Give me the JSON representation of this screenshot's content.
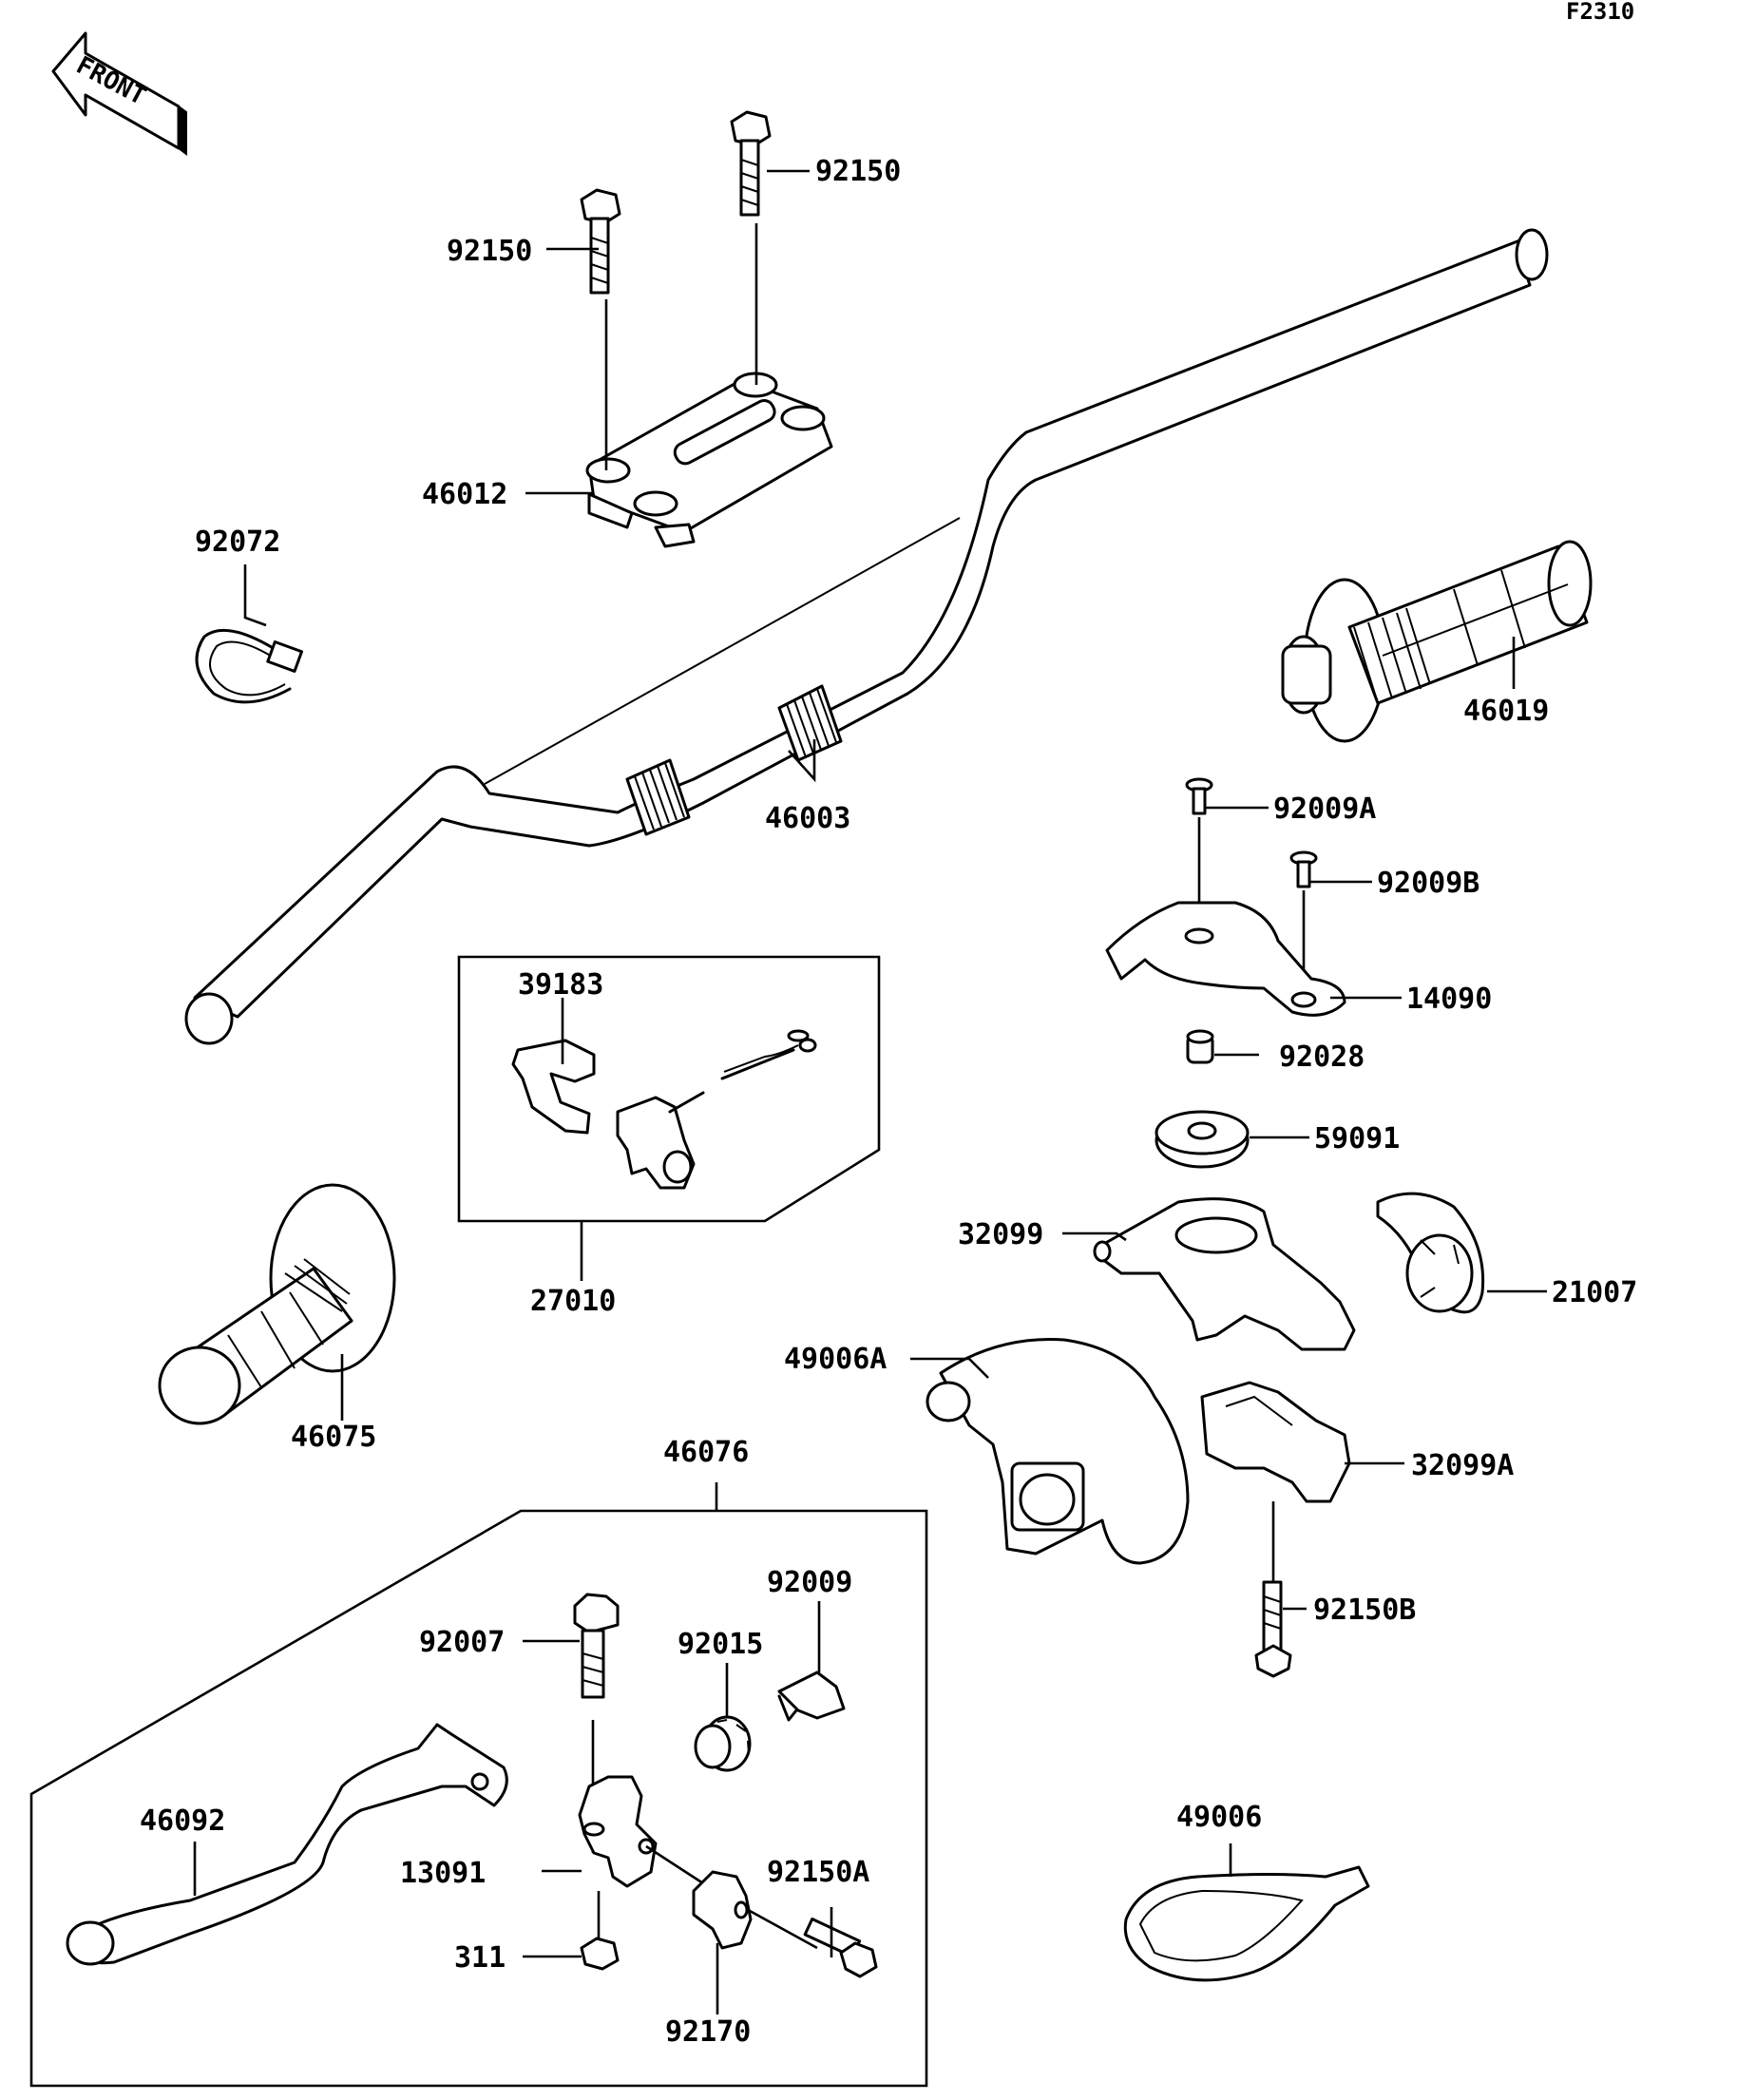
{
  "diagram": {
    "figure_code": "F2310",
    "direction_label": "FRONT",
    "groups": [
      {
        "id": "switch-kit",
        "label": "27010"
      },
      {
        "id": "lever-assembly",
        "label": "46076"
      }
    ],
    "part_labels": [
      "92150",
      "92150",
      "46012",
      "92072",
      "46003",
      "46019",
      "92009A",
      "92009B",
      "14090",
      "92028",
      "59091",
      "39183",
      "27010",
      "32099",
      "21007",
      "49006A",
      "32099A",
      "46075",
      "46076",
      "92009",
      "92015",
      "92007",
      "92150B",
      "46092",
      "13091",
      "92150A",
      "311",
      "92170",
      "49006"
    ]
  }
}
